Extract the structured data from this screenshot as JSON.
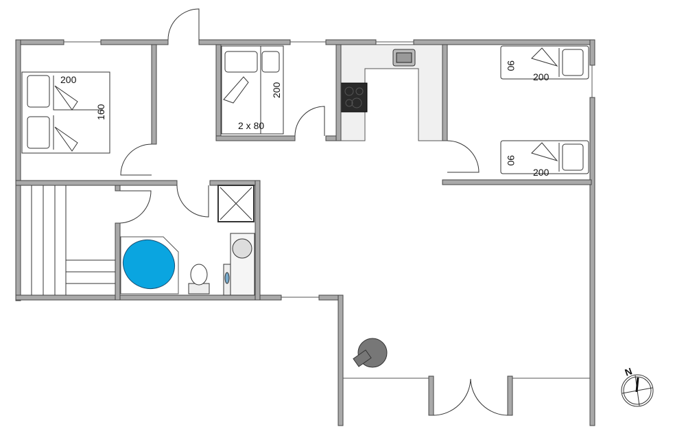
{
  "title": "Floor plan",
  "labels": {
    "bed_master_length": "200",
    "bed_master_width": "160",
    "bed_twin_size": "2 x 80",
    "bed_twin_length": "200",
    "bed_single1_width": "90",
    "bed_single1_length": "200",
    "bed_single2_width": "90",
    "bed_single2_length": "200",
    "compass_north": "N"
  },
  "colors": {
    "wall": "#a9a9a9",
    "bathtub": "#0aa5e0",
    "kitchen_counter": "#f0f0f0",
    "stove": "#2a2a2a",
    "stove_fireplace": "#777777"
  }
}
